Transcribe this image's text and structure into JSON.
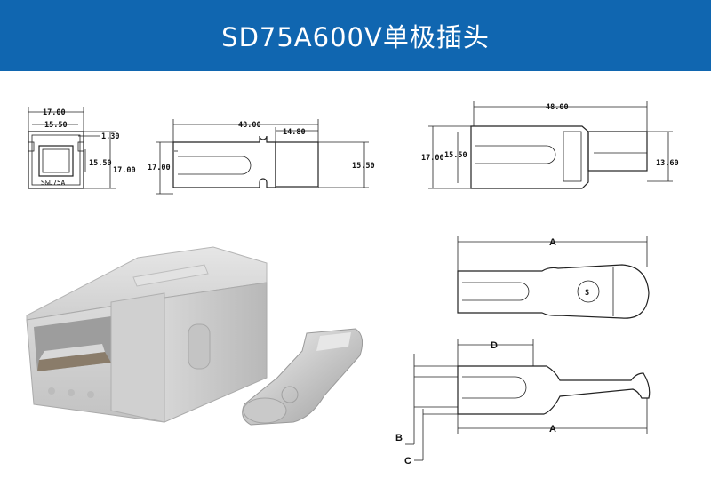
{
  "header": {
    "title": "SD75A600V单极插头",
    "bg_color": "#1066b0"
  },
  "front_view": {
    "width_outer": "17.00",
    "width_inner": "15.50",
    "wall": "1.30",
    "height_inner": "15.50",
    "height_outer": "17.00",
    "marking": "S&D75A"
  },
  "side_view": {
    "length": "48.00",
    "slot_length": "14.80",
    "height_left": "17.00",
    "height_right": "15.50"
  },
  "assembled_view": {
    "length": "48.00",
    "height_outer": "17.00",
    "height_inner": "15.50",
    "contact_height": "13.60"
  },
  "contact_top": {
    "dim_label": "A",
    "logo": "S"
  },
  "contact_side": {
    "label_a": "A",
    "label_b": "B",
    "label_c": "C",
    "label_d": "D"
  }
}
